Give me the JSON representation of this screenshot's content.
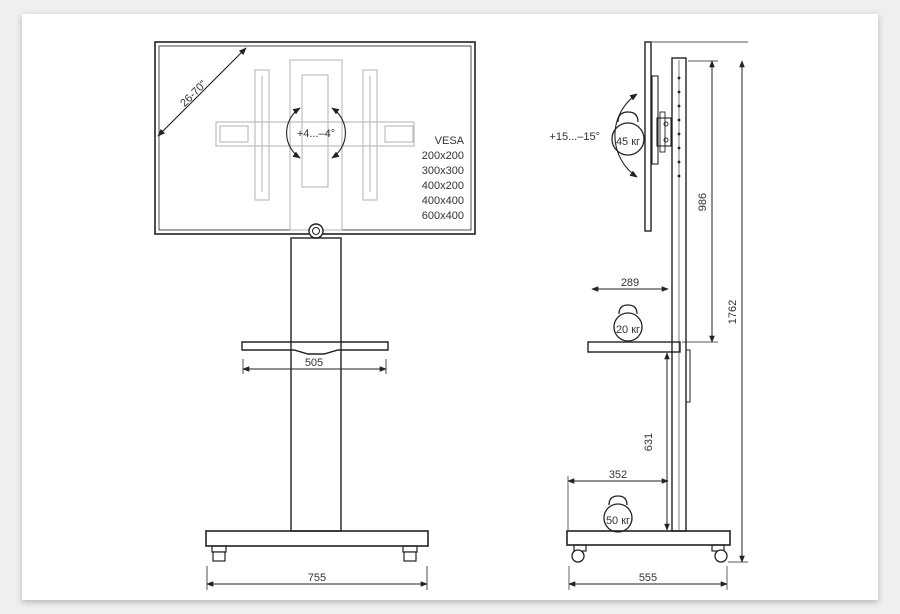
{
  "front_view": {
    "screen_size_label": "26-70\"",
    "tilt_label": "+4...–4°",
    "vesa_title": "VESA",
    "vesa_sizes": [
      "200x200",
      "300x300",
      "400x200",
      "400x400",
      "600x400"
    ],
    "shelf_width": "505",
    "base_width": "755"
  },
  "side_view": {
    "tilt_label": "+15...–15°",
    "tv_load": "45 кг",
    "shelf_load": "20 кг",
    "base_load": "50 кг",
    "shelf_depth": "289",
    "base_depth_top": "352",
    "shelf_height": "631",
    "mount_height": "986",
    "total_height": "1762",
    "base_depth": "555"
  }
}
